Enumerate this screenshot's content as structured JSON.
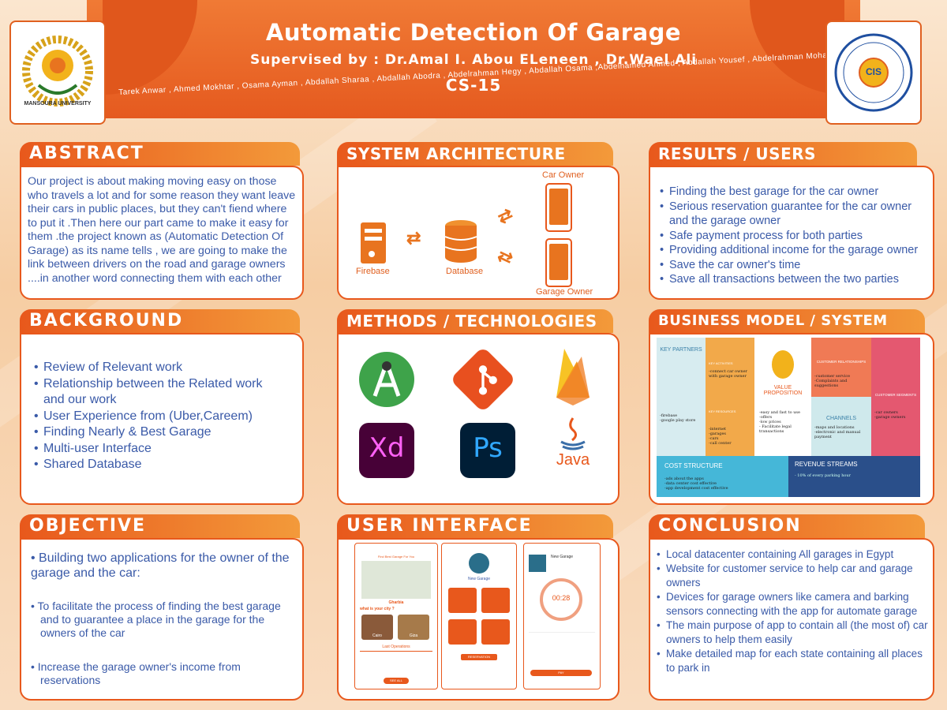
{
  "header": {
    "title": "Automatic Detection Of Garage",
    "supervised": "Supervised by : Dr.Amal I. Abou ELeneen , Dr.Wael Ali",
    "code": "CS-15",
    "authors": "Tarek Anwar , Ahmed Mokhtar , Osama Ayman , Abdallah Sharaa , Abdallah Abodra , Abdelrahman Hegy , Abdallah Osama ,Abdelhamed Ahmed , Abdallah Yousef , Abdelrahman Mohamed"
  },
  "logos": {
    "left_text": "MANSOURA UNIVERSITY",
    "right_text": "CIS"
  },
  "abstract": {
    "title": "ABSTRACT",
    "text": "Our project is about making moving easy on those who travels a lot and for some reason they want leave their cars in public places, but they can't fiend where to put it .Then here our part came to make it easy for them .the project known as (Automatic Detection Of Garage) as its name tells , we are going to make the link between drivers on the road and garage owners ....in another word connecting them with each other"
  },
  "background": {
    "title": "BACKGROUND",
    "items": [
      "Review of Relevant work",
      "Relationship between the Related work and our work",
      "User Experience from (Uber,Careem)",
      "Finding Nearly  & Best Garage",
      "Multi-user Interface",
      "Shared Database"
    ]
  },
  "objective": {
    "title": "OBJECTIVE",
    "items": [
      "Building two applications for the owner of the garage and the car:",
      "To facilitate the process of finding the best garage and to guarantee a place in the garage for the owners of the car",
      "Increase the garage owner's income from reservations"
    ]
  },
  "architecture": {
    "title": "SYSTEM ARCHITECTURE",
    "firebase": "Firebase",
    "database": "Database",
    "car_owner": "Car Owner",
    "garage_owner": "Garage Owner"
  },
  "methods": {
    "title": "METHODS / TECHNOLOGIES",
    "xd": "Xd",
    "ps": "Ps",
    "java": "Java"
  },
  "ui": {
    "title": "USER INTERFACE",
    "s1_title": "Find Best Garage For You",
    "s1_city": "Gharbia",
    "s1_question": "what is your city ?",
    "s1_cards": [
      "Cairo",
      "Giza"
    ],
    "s1_last": "Last Operations",
    "s1_btn": "SEE ALL",
    "s2_title": "New Garage",
    "s2_btn": "RESERVATION",
    "s3_title": "New Garage",
    "s3_timer": "00:28",
    "s3_btn": "PAY"
  },
  "results": {
    "title": "RESULTS / USERS BENEFITS",
    "items": [
      "Finding the best garage for the car owner",
      "Serious reservation guarantee for the car owner and the garage owner",
      "Safe payment process for both parties",
      "Providing additional income for the garage owner",
      "Save the car owner's time",
      "Save all transactions between the two parties"
    ]
  },
  "business": {
    "title": "BUSINESS MODEL / SYSTEM COST",
    "key_partners": "KEY PARTNERS",
    "key_partners_items": "-firebase\n-google play store",
    "key_activities": "KEY ACTIVITIES",
    "key_activities_items": "-connect car owner with garage owner",
    "key_resources": "KEY RESOURCES",
    "key_resources_items": "-internet\n-garages\n-cars\n-call center",
    "value": "VALUE PROPOSITION",
    "value_items": "-easy and fast to use\n-offers\n-low prices\n- Facilitate legal transactions",
    "relationships": "CUSTOMER RELATIONSHIPS",
    "relationships_items": "-customer service\n-Complaints and suggestions",
    "channels": "CHANNELS",
    "channels_items": "-maps and locations\n-electronic and manual payment",
    "segments": "CUSTOMER SEGMENTS",
    "segments_items": "-car owners\n-garage owners",
    "cost": "COST STRUCTURE",
    "cost_items": "-ads about the apps\n-data center cost effective\n-app development cost effective",
    "revenue": "REVENUE STREAMS",
    "revenue_items": "- 10% of every parking hour"
  },
  "conclusion": {
    "title": "CONCLUSION",
    "items": [
      "Local datacenter containing All garages in Egypt",
      "Website for customer service to help car and garage owners",
      "Devices for garage owners like camera and barking sensors connecting with the app for automate garage",
      "The main purpose of app to contain all (the most of) car owners to help them easily",
      "Make detailed map for each state containing all places to park in"
    ]
  },
  "colors": {
    "accent": "#e8581c",
    "text_blue": "#3a5aa8"
  }
}
